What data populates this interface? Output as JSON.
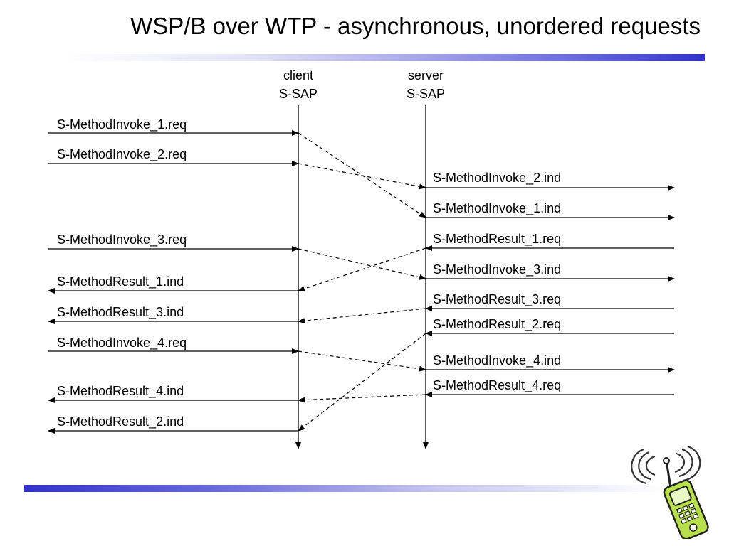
{
  "title": "WSP/B over WTP - asynchronous, unordered requests",
  "lifelines": {
    "client": [
      "client",
      "S-SAP"
    ],
    "server": [
      "server",
      "S-SAP"
    ]
  },
  "left_messages": [
    "S-MethodInvoke_1.req",
    "S-MethodInvoke_2.req",
    "S-MethodInvoke_3.req",
    "S-MethodResult_1.ind",
    "S-MethodResult_3.ind",
    "S-MethodInvoke_4.req",
    "S-MethodResult_4.ind",
    "S-MethodResult_2.ind"
  ],
  "right_messages": [
    "S-MethodInvoke_2.ind",
    "S-MethodInvoke_1.ind",
    "S-MethodResult_1.req",
    "S-MethodInvoke_3.ind",
    "S-MethodResult_3.req",
    "S-MethodResult_2.req",
    "S-MethodInvoke_4.ind",
    "S-MethodResult_4.req"
  ],
  "icons": {
    "decoration": "mobile-phone-icon"
  }
}
